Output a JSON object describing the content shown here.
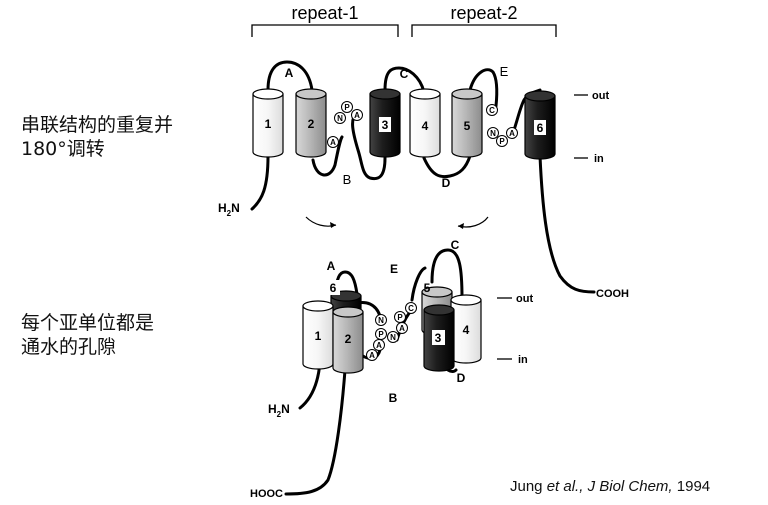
{
  "repeats": [
    "repeat-1",
    "repeat-2"
  ],
  "captions": {
    "repeat_line1": "串联结构的重复并",
    "repeat_line2": "180°调转",
    "pore_line1": "每个亚单位都是",
    "pore_line2": "通水的孔隙"
  },
  "top": {
    "helices": [
      "1",
      "2",
      "3",
      "4",
      "5",
      "6"
    ],
    "loops": [
      "A",
      "B",
      "C",
      "D",
      "E"
    ],
    "npa1": [
      "N",
      "P",
      "A",
      "A"
    ],
    "npa2": [
      "C",
      "N",
      "P",
      "A"
    ],
    "out": "out",
    "in": "in",
    "nterm_h": "H",
    "nterm_sub": "2",
    "nterm_n": "N",
    "cterm": "COOH"
  },
  "bottom": {
    "helices": [
      "1",
      "2",
      "3",
      "4",
      "5",
      "6"
    ],
    "loops": [
      "A",
      "B",
      "C",
      "D",
      "E"
    ],
    "npa_left": [
      "N",
      "P",
      "A",
      "A"
    ],
    "npa_right": [
      "C",
      "P",
      "N",
      "A"
    ],
    "out": "out",
    "in": "in",
    "nterm_h": "H",
    "nterm_sub": "2",
    "nterm_n": "N",
    "cterm": "HOOC"
  },
  "citation": {
    "authors": "Jung",
    "etal": "et al.,",
    "journal": "J Biol Chem,",
    "year": "1994"
  }
}
